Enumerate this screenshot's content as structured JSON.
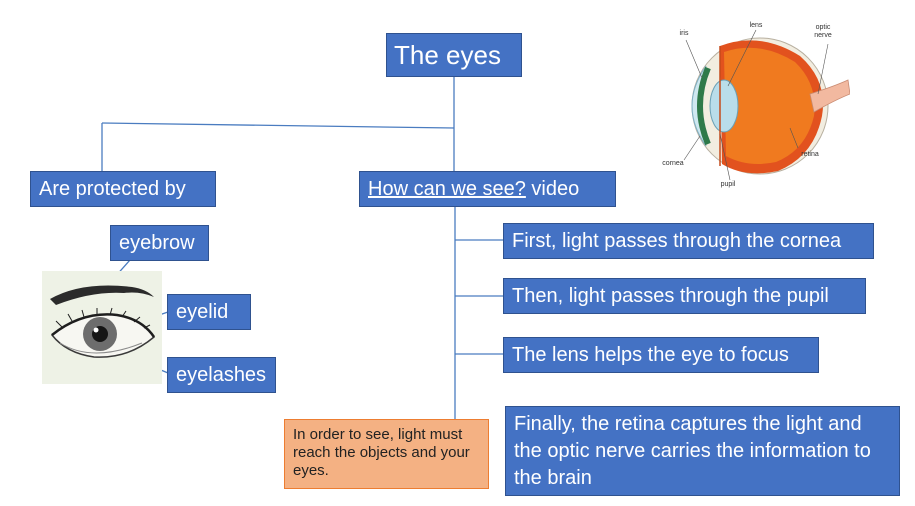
{
  "title": "The eyes",
  "branches": {
    "protected": "Are protected by",
    "how_link": "How can we see?",
    "how_suffix": " video"
  },
  "protection": {
    "eyebrow": "eyebrow",
    "eyelid": "eyelid",
    "eyelashes": "eyelashes"
  },
  "steps": [
    "First, light passes through the cornea",
    "Then, light passes through the pupil",
    "The lens helps the eye to focus",
    "Finally, the retina captures the light and the optic nerve carries the information to the brain"
  ],
  "note": "In order to see, light must reach the objects and your eyes.",
  "anatomy_labels": {
    "iris": "iris",
    "lens": "lens",
    "optic_nerve": "optic nerve",
    "retina": "retina",
    "cornea": "cornea",
    "pupil": "pupil"
  },
  "colors": {
    "box_fill": "#4472c4",
    "note_fill": "#f4b183",
    "connector": "#4472c4"
  }
}
